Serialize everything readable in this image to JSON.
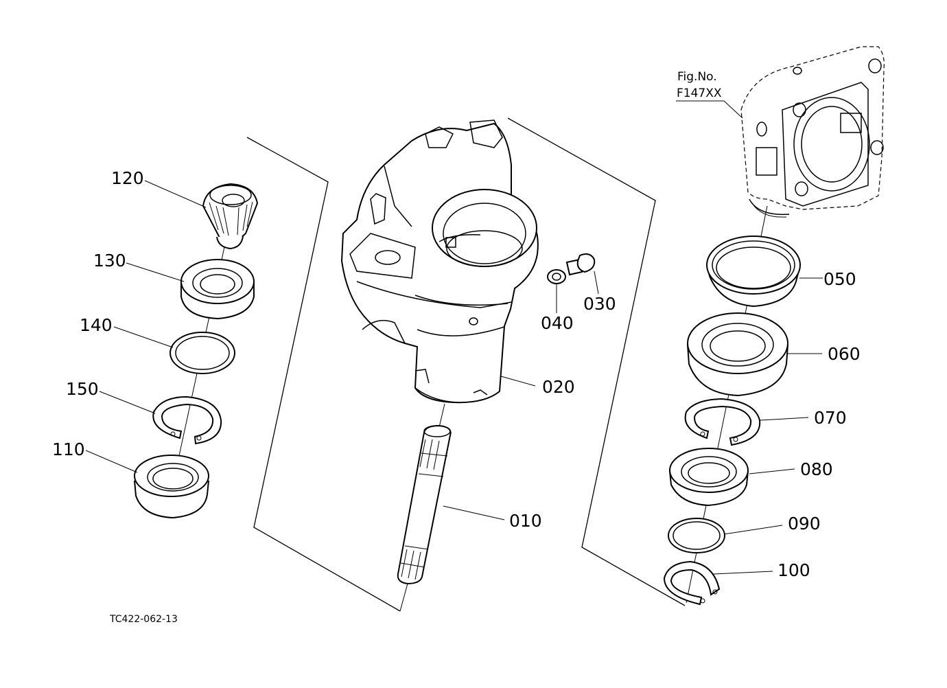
{
  "figure": {
    "fig_no_label": "Fig.No.",
    "fig_no_value": "F147XX",
    "drawing_code": "TC422-062-13"
  },
  "parts": [
    {
      "id": "010",
      "label": "010"
    },
    {
      "id": "020",
      "label": "020"
    },
    {
      "id": "030",
      "label": "030"
    },
    {
      "id": "040",
      "label": "040"
    },
    {
      "id": "050",
      "label": "050"
    },
    {
      "id": "060",
      "label": "060"
    },
    {
      "id": "070",
      "label": "070"
    },
    {
      "id": "080",
      "label": "080"
    },
    {
      "id": "090",
      "label": "090"
    },
    {
      "id": "100",
      "label": "100"
    },
    {
      "id": "110",
      "label": "110"
    },
    {
      "id": "120",
      "label": "120"
    },
    {
      "id": "130",
      "label": "130"
    },
    {
      "id": "140",
      "label": "140"
    },
    {
      "id": "150",
      "label": "150"
    }
  ]
}
